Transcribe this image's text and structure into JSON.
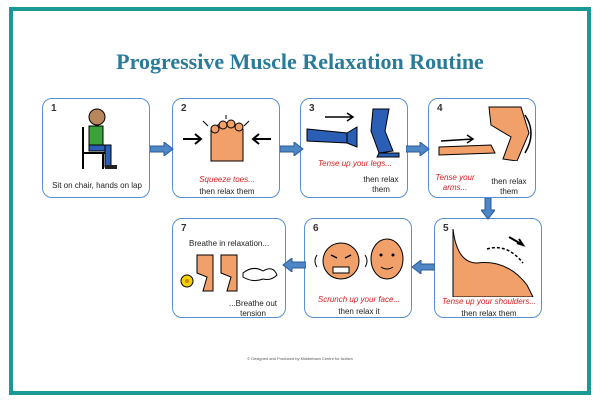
{
  "title": "Progressive Muscle Relaxation Routine",
  "steps": [
    {
      "number": "1",
      "text": "Sit on chair, hands on lap"
    },
    {
      "number": "2",
      "instruction": "Squeeze toes...",
      "relax": "then relax them"
    },
    {
      "number": "3",
      "instruction": "Tense up your legs...",
      "relax": "then relax them"
    },
    {
      "number": "4",
      "instruction": "Tense your arms...",
      "relax": "then relax them"
    },
    {
      "number": "5",
      "instruction": "Tense up your shoulders...",
      "relax": "then relax them"
    },
    {
      "number": "6",
      "instruction": "Scrunch up your face...",
      "relax": "then relax it"
    },
    {
      "number": "7",
      "line1": "Breathe in relaxation...",
      "line2": "...Breathe out tension"
    }
  ],
  "footer": "© Designed and Produced by Middletown Centre for Autism",
  "colors": {
    "border": "#1a9a96",
    "title": "#2a7a9a",
    "card_border": "#5b8fd1",
    "arrow": "#4f86c6",
    "skin": "#f2a06a",
    "red_text": "#d62020"
  }
}
